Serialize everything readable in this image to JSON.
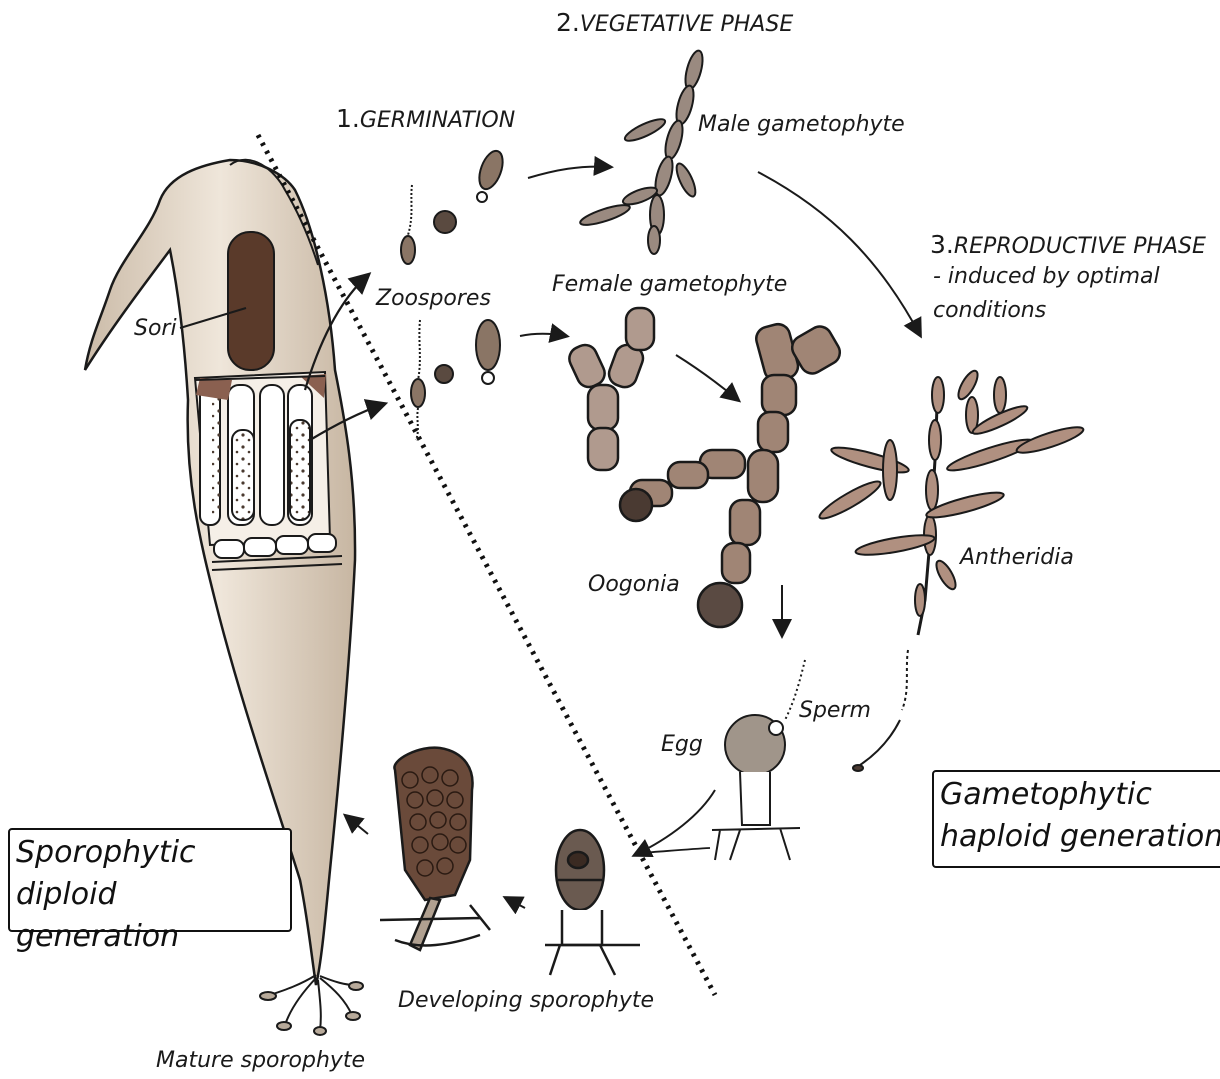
{
  "phases": {
    "germination": {
      "number": "1.",
      "title": "GERMINATION"
    },
    "vegetative": {
      "number": "2.",
      "title": "VEGETATIVE PHASE"
    },
    "reproductive": {
      "number": "3.",
      "title": "REPRODUCTIVE PHASE",
      "note_line1": "- induced by optimal",
      "note_line2": "conditions"
    }
  },
  "labels": {
    "male_gametophyte": "Male gametophyte",
    "female_gametophyte": "Female gametophyte",
    "zoospores": "Zoospores",
    "sori": "Sori",
    "oogonia": "Oogonia",
    "antheridia": "Antheridia",
    "sperm": "Sperm",
    "egg": "Egg",
    "developing_sporophyte": "Developing sporophyte",
    "mature_sporophyte": "Mature sporophyte"
  },
  "generations": {
    "sporophytic": {
      "line1": "Sporophytic",
      "line2": "diploid generation"
    },
    "gametophytic": {
      "line1": "Gametophytic",
      "line2": "haploid generation"
    }
  },
  "colors": {
    "ink": "#1a1a1a",
    "thallus": "#d8cdbf",
    "sori_brown": "#5a3a2a",
    "cell_brown": "#a08070",
    "cell_dark": "#6b4a3a"
  }
}
